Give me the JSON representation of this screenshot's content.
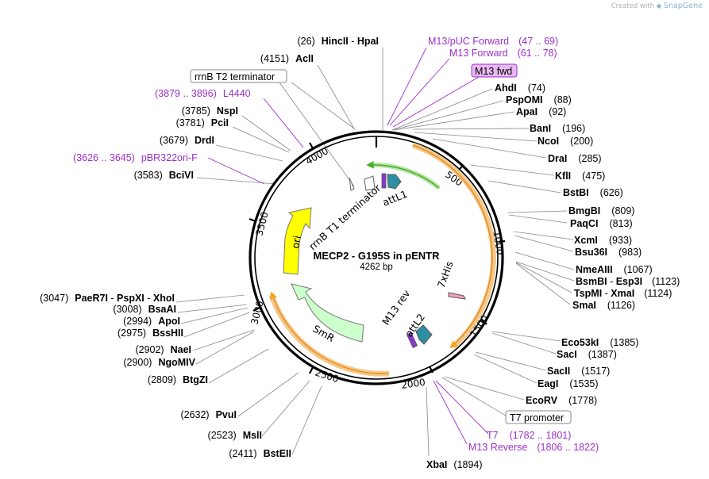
{
  "credit": {
    "prefix": "Created with",
    "brand": "SnapGene"
  },
  "title": "MECP2 - G195S in pENTR",
  "length_label": "4262 bp",
  "ticks": [
    "500",
    "1000",
    "1500",
    "2000",
    "2500",
    "3000",
    "3500",
    "4000"
  ],
  "features": {
    "ori": "ori",
    "smr": "SmR",
    "rrnb_t1": "rrnB T1 terminator",
    "attl1": "attL1",
    "attl2": "attL2",
    "m13rev": "M13 rev",
    "his": "7xHis"
  },
  "boxed": {
    "m13fwd": "M13 fwd",
    "rrnb_t2": "rrnB T2 terminator",
    "t7prom": "T7 promoter"
  },
  "sites": [
    {
      "name": "HincII",
      "extra": "HpaI",
      "pos": "(26)"
    },
    {
      "name": "AclI",
      "pos": "(4151)"
    },
    {
      "name": "NspI",
      "pos": "(3785)"
    },
    {
      "name": "PciI",
      "pos": "(3781)"
    },
    {
      "name": "DrdI",
      "pos": "(3679)"
    },
    {
      "name": "BciVI",
      "pos": "(3583)"
    },
    {
      "name": "PaeR7I",
      "extra": "PspXI",
      "extra2": "XhoI",
      "pos": "(3047)"
    },
    {
      "name": "BsaAI",
      "pos": "(3008)"
    },
    {
      "name": "ApoI",
      "pos": "(2994)"
    },
    {
      "name": "BssHII",
      "pos": "(2975)"
    },
    {
      "name": "NaeI",
      "pos": "(2902)"
    },
    {
      "name": "NgoMIV",
      "pos": "(2900)"
    },
    {
      "name": "BtgZI",
      "pos": "(2809)"
    },
    {
      "name": "PvuI",
      "pos": "(2632)"
    },
    {
      "name": "MslI",
      "pos": "(2523)"
    },
    {
      "name": "BstEII",
      "pos": "(2411)"
    },
    {
      "name": "XbaI",
      "pos": "(1894)"
    },
    {
      "name": "AhdI",
      "pos": "(74)"
    },
    {
      "name": "PspOMI",
      "pos": "(88)"
    },
    {
      "name": "ApaI",
      "pos": "(92)"
    },
    {
      "name": "BanI",
      "pos": "(196)"
    },
    {
      "name": "NcoI",
      "pos": "(200)"
    },
    {
      "name": "DraI",
      "pos": "(285)"
    },
    {
      "name": "KflI",
      "pos": "(475)"
    },
    {
      "name": "BstBI",
      "pos": "(626)"
    },
    {
      "name": "BmgBI",
      "pos": "(809)"
    },
    {
      "name": "PaqCI",
      "pos": "(813)"
    },
    {
      "name": "XcmI",
      "pos": "(933)"
    },
    {
      "name": "Bsu36I",
      "pos": "(983)"
    },
    {
      "name": "NmeAIII",
      "pos": "(1067)"
    },
    {
      "name": "BsmBI",
      "extra": "Esp3I",
      "pos": "(1123)"
    },
    {
      "name": "TspMI",
      "extra": "XmaI",
      "pos": "(1124)"
    },
    {
      "name": "SmaI",
      "pos": "(1126)"
    },
    {
      "name": "Eco53kI",
      "pos": "(1385)"
    },
    {
      "name": "SacI",
      "pos": "(1387)"
    },
    {
      "name": "SacII",
      "pos": "(1517)"
    },
    {
      "name": "EagI",
      "pos": "(1535)"
    },
    {
      "name": "EcoRV",
      "pos": "(1778)"
    }
  ],
  "primers": [
    {
      "name": "M13/pUC Forward",
      "range": "(47 .. 69)"
    },
    {
      "name": "M13 Forward",
      "range": "(61 .. 78)"
    },
    {
      "name": "L4440",
      "range": "(3879 .. 3896)"
    },
    {
      "name": "pBR322ori-F",
      "range": "(3626 .. 3645)"
    },
    {
      "name": "T7",
      "range": "(1782 .. 1801)"
    },
    {
      "name": "M13 Reverse",
      "range": "(1806 .. 1822)"
    }
  ],
  "colors": {
    "ori": "#ffff00",
    "smr": "#ccffcc",
    "orange_arc": "#f5a623",
    "green_arc": "#4caf2a",
    "attl": "#2e8fa3",
    "primer": "#9b30c8",
    "m13fwd_fill": "#e8b8f2"
  }
}
